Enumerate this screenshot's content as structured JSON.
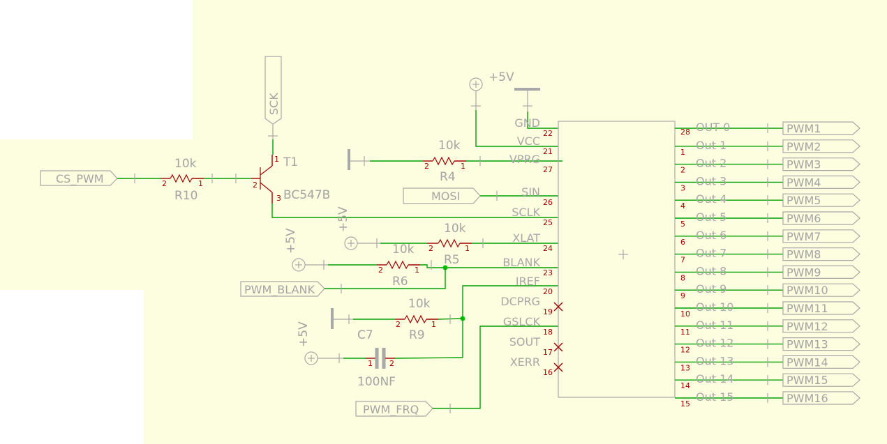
{
  "colors": {
    "background": "#fdfde0",
    "wire": "#00a000",
    "pin": "#a00000",
    "label": "#a4a4a4",
    "junction": "#00c000"
  },
  "transistor": {
    "name": "T1",
    "value": "BC547B",
    "pins": [
      "1",
      "2",
      "3"
    ]
  },
  "resistors": [
    {
      "id": "r10",
      "name": "R10",
      "value": "10k"
    },
    {
      "id": "r4",
      "name": "R4",
      "value": "10k"
    },
    {
      "id": "r5",
      "name": "R5",
      "value": "10k"
    },
    {
      "id": "r6",
      "name": "R6",
      "value": "10k"
    },
    {
      "id": "r9",
      "name": "R9",
      "value": "10k"
    }
  ],
  "capacitor": {
    "name": "C7",
    "value": "100NF"
  },
  "supply_label": "+5V",
  "ports": {
    "cs_pwm": "CS_PWM",
    "sck": "SCK",
    "mosi": "MOSI",
    "pwm_blank": "PWM_BLANK",
    "pwm_frq": "PWM_FRQ"
  },
  "ic_left_pins": [
    {
      "name": "GND",
      "num": "22"
    },
    {
      "name": "VCC",
      "num": "21"
    },
    {
      "name": "VPRG",
      "num": "27"
    },
    {
      "name": "SIN",
      "num": "26"
    },
    {
      "name": "SCLK",
      "num": "25"
    },
    {
      "name": "XLAT",
      "num": "24"
    },
    {
      "name": "BLANK",
      "num": "23"
    },
    {
      "name": "IREF",
      "num": "20"
    },
    {
      "name": "DCPRG",
      "num": "19"
    },
    {
      "name": "GSLCK",
      "num": "18"
    },
    {
      "name": "SOUT",
      "num": "17"
    },
    {
      "name": "XERR",
      "num": "16"
    }
  ],
  "ic_right_pins": [
    {
      "name": "OUT 0",
      "num": "28",
      "net": "PWM1"
    },
    {
      "name": "Out 1",
      "num": "1",
      "net": "PWM2"
    },
    {
      "name": "Out 2",
      "num": "2",
      "net": "PWM3"
    },
    {
      "name": "Out 3",
      "num": "3",
      "net": "PWM4"
    },
    {
      "name": "Out 4",
      "num": "4",
      "net": "PWM5"
    },
    {
      "name": "Out 5",
      "num": "5",
      "net": "PWM6"
    },
    {
      "name": "Out 6",
      "num": "6",
      "net": "PWM7"
    },
    {
      "name": "Out 7",
      "num": "7",
      "net": "PWM8"
    },
    {
      "name": "Out 8",
      "num": "8",
      "net": "PWM9"
    },
    {
      "name": "Out 9",
      "num": "9",
      "net": "PWM10"
    },
    {
      "name": "Out 10",
      "num": "10",
      "net": "PWM11"
    },
    {
      "name": "Out 11",
      "num": "11",
      "net": "PWM12"
    },
    {
      "name": "Out 12",
      "num": "12",
      "net": "PWM13"
    },
    {
      "name": "Out 13",
      "num": "13",
      "net": "PWM14"
    },
    {
      "name": "Out 14",
      "num": "14",
      "net": "PWM15"
    },
    {
      "name": "Out 15",
      "num": "15",
      "net": "PWM16"
    }
  ]
}
